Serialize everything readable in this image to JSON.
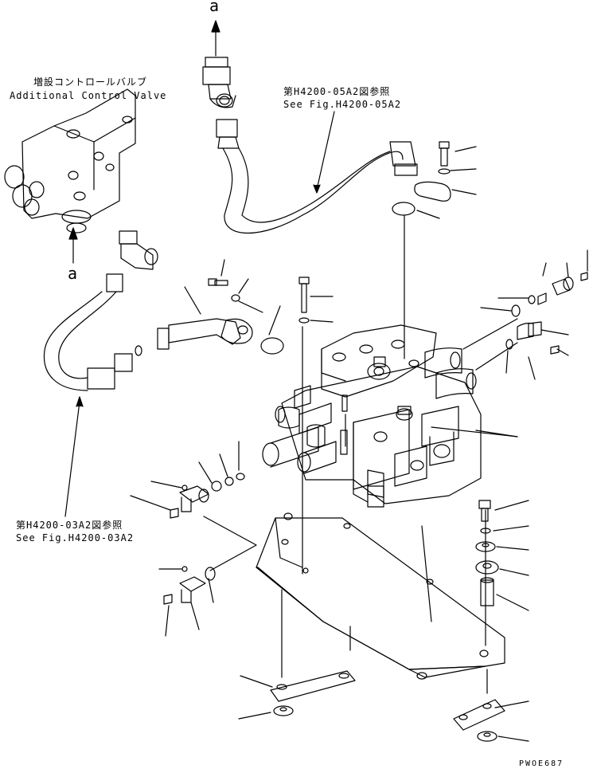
{
  "callouts": {
    "additional_valve_jp": "増設コントロールバルブ",
    "additional_valve_en": "Additional Control Valve",
    "ref_05_jp": "第H4200-05A2図参照",
    "ref_05_en": "See Fig.H4200-05A2",
    "ref_03_jp": "第H4200-03A2図参照",
    "ref_03_en": "See Fig.H4200-03A2",
    "marker_top": "a",
    "marker_left": "a"
  },
  "drawing_code": "PWOE687"
}
